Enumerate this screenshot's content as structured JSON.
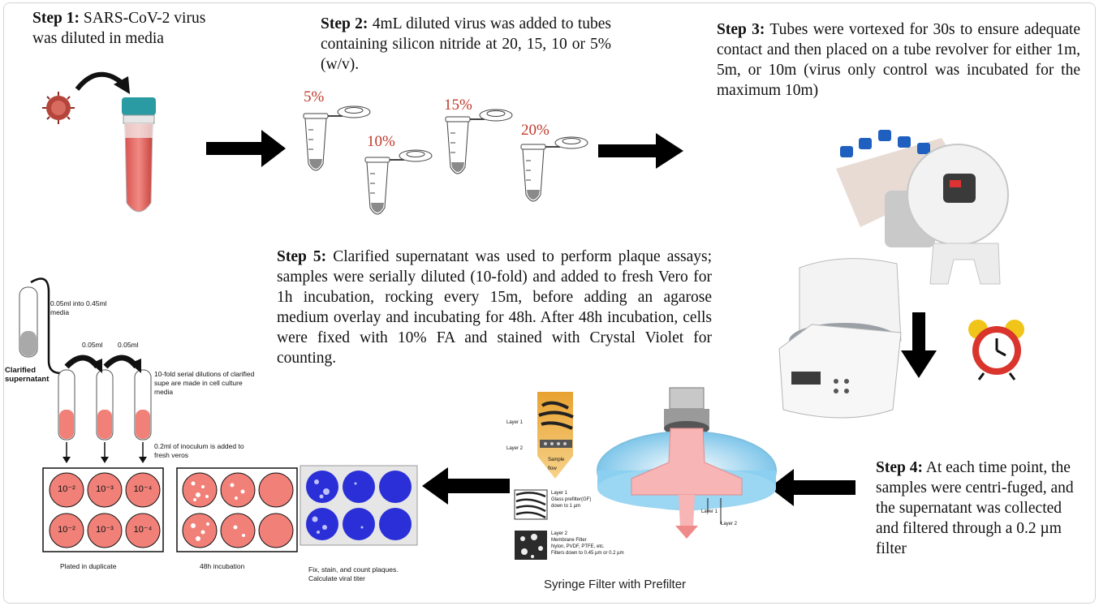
{
  "steps": {
    "step1": {
      "label": "Step 1:",
      "body": "SARS-CoV-2 virus was diluted in media"
    },
    "step2": {
      "label": "Step 2:",
      "body": "4mL diluted virus was added to tubes containing silicon nitride at 20, 15, 10 or 5% (w/v)."
    },
    "step3": {
      "label": "Step 3:",
      "body": "Tubes were vortexed for 30s to ensure adequate contact and then placed on a tube revolver for either 1m, 5m, or 10m (virus only control was incubated for the maximum 10m)"
    },
    "step4": {
      "label": "Step 4:",
      "body": "At each time point, the samples were centri-fuged, and the supernatant was collected and filtered through a 0.2 µm filter"
    },
    "step5": {
      "label": "Step 5:",
      "body": "Clarified supernatant was used to perform plaque assays; samples were serially diluted (10-fold) and added to fresh Vero for 1h incubation, rocking every 15m, before adding an agarose medium overlay and incubating for 48h. After 48h incubation, cells were fixed with 10% FA and stained with Crystal Violet for counting."
    }
  },
  "step2_tubes": [
    "5%",
    "10%",
    "15%",
    "20%"
  ],
  "step5_schematic": {
    "first_transfer": "0.05ml into 0.45ml media",
    "transfer_a": "0.05ml",
    "transfer_b": "0.05ml",
    "clarified_label": "Clarified supernatant",
    "serial_note": "10-fold serial dilutions of clarified supe are made in cell culture media",
    "inoculum_note": "0.2ml of inoculum is added to fresh veros",
    "dilutions": [
      "10⁻²",
      "10⁻³",
      "10⁻⁴"
    ],
    "plated_label": "Plated in duplicate",
    "incubation_label": "48h incubation",
    "count_label": "Fix, stain, and count plaques. Calculate viral titer"
  },
  "filter": {
    "caption": "Syringe Filter with Prefilter",
    "layer1_short": "Layer 1",
    "layer2_short": "Layer 2",
    "sample_flow": "Sample flow",
    "layer1_title": "Layer 1",
    "layer1_desc": "Glass prefilter(GF)",
    "layer1_size": "down to 1 µm",
    "layer2_title": "Layer 2",
    "layer2_desc": "Membrane Filter",
    "layer2_materials": "Nylon, PVDF, PTFE, etc.",
    "layer2_size": "Filters down to 0.45 µm or 0.2 µm"
  },
  "colors": {
    "percent": "#c0392b",
    "media": "#f08078",
    "stain": "#2a2fd8"
  }
}
